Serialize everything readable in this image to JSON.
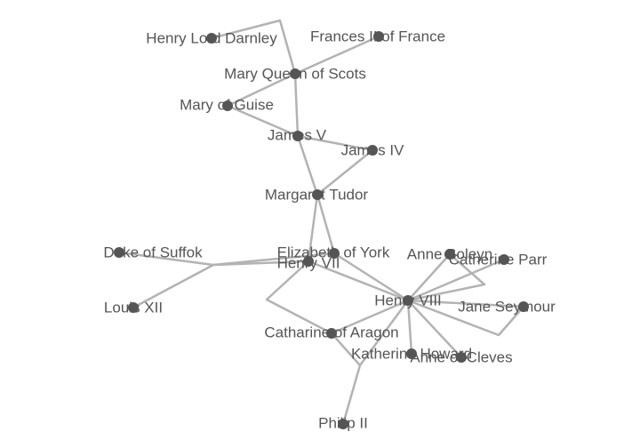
{
  "graph": {
    "node_color": "#555555",
    "edge_color": "#b3b3b3",
    "nodes": [
      {
        "id": "darnley",
        "label": "Henry Lord Darnley"
      },
      {
        "id": "francis2",
        "label": "Frances II of France"
      },
      {
        "id": "mqs",
        "label": "Mary Queen of Scots"
      },
      {
        "id": "guise",
        "label": "Mary of Guise"
      },
      {
        "id": "james5",
        "label": "James V"
      },
      {
        "id": "james4",
        "label": "James IV"
      },
      {
        "id": "margaret",
        "label": "Margaret Tudor"
      },
      {
        "id": "suffolk",
        "label": "Duke of Suffok"
      },
      {
        "id": "louis12",
        "label": "Louis XII"
      },
      {
        "id": "elizabeth",
        "label": "Elizabeth of York"
      },
      {
        "id": "henry7",
        "label": "Henry VII"
      },
      {
        "id": "boleyn",
        "label": "Anne Boleyn"
      },
      {
        "id": "parr",
        "label": "Catherine Parr"
      },
      {
        "id": "henry8",
        "label": "Henry VIII"
      },
      {
        "id": "seymour",
        "label": "Jane Seymour"
      },
      {
        "id": "aragon",
        "label": "Catharine of Aragon"
      },
      {
        "id": "howard",
        "label": "Katherine Howard"
      },
      {
        "id": "cleves",
        "label": "Anne of Cleves"
      },
      {
        "id": "philip2",
        "label": "Philip II"
      }
    ]
  }
}
